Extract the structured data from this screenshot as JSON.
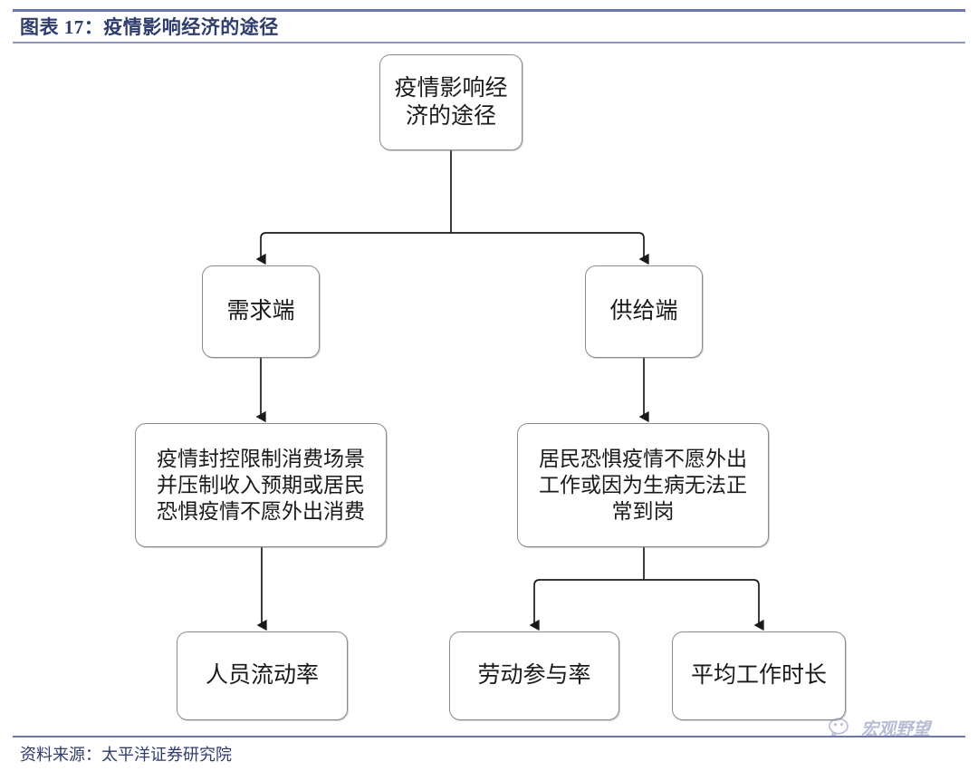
{
  "header": {
    "title": "图表 17：疫情影响经济的途径",
    "rule_color": "#6b77a8",
    "title_color": "#2e3d6b"
  },
  "footer": {
    "source": "资料来源：太平洋证券研究院"
  },
  "watermark": {
    "text": "宏观野望",
    "icon": "wechat-icon",
    "color": "#7d87b4"
  },
  "diagram": {
    "type": "flowchart",
    "orientation": "top-down",
    "node_border_color": "#8c8c8c",
    "node_fill_color": "#ffffff",
    "connector_color": "#1a1a1a",
    "nodes": {
      "root": "疫情影响经\n济的途径",
      "demand": "需求端",
      "supply": "供给端",
      "demand_detail": "疫情封控限制消费场景\n并压制收入预期或居民\n恐惧疫情不愿外出消费",
      "supply_detail": "居民恐惧疫情不愿外出\n工作或因为生病无法正\n常到岗",
      "mobility": "人员流动率",
      "labor_participation": "劳动参与率",
      "average_work_hours": "平均工作时长"
    },
    "edges": [
      {
        "from": "root",
        "to": "demand"
      },
      {
        "from": "root",
        "to": "supply"
      },
      {
        "from": "demand",
        "to": "demand_detail"
      },
      {
        "from": "supply",
        "to": "supply_detail"
      },
      {
        "from": "demand_detail",
        "to": "mobility"
      },
      {
        "from": "supply_detail",
        "to": "labor_participation"
      },
      {
        "from": "supply_detail",
        "to": "average_work_hours"
      }
    ]
  }
}
